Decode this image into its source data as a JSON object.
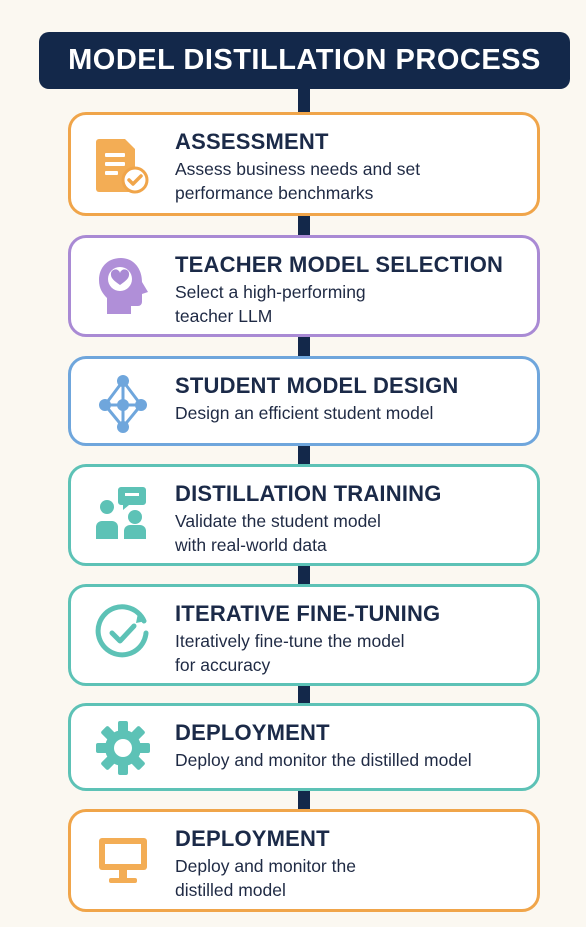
{
  "title": "MODEL DISTILLATION PROCESS",
  "colors": {
    "title_bg": "#13284a",
    "orange": "#f0a54a",
    "purple": "#a98ad4",
    "blue": "#6fa6dc",
    "teal": "#5dc2b6",
    "background": "#fbf8f1"
  },
  "steps": [
    {
      "title": "ASSESSMENT",
      "description": "Assess business needs and set\nperformance benchmarks",
      "icon": "document-check-icon",
      "color": "#f0a54a"
    },
    {
      "title": "TEACHER MODEL SELECTION",
      "description": "Select a high-performing\nteacher LLM",
      "icon": "head-brain-icon",
      "color": "#a98ad4"
    },
    {
      "title": "STUDENT MODEL DESIGN",
      "description": "Design an efficient student model",
      "icon": "network-graph-icon",
      "color": "#6fa6dc"
    },
    {
      "title": "DISTILLATION TRAINING",
      "description": "Validate the student model\nwith real-world data",
      "icon": "people-chat-icon",
      "color": "#5dc2b6"
    },
    {
      "title": "ITERATIVE FINE-TUNING",
      "description": "Iteratively fine-tune the model\nfor accuracy",
      "icon": "circular-check-icon",
      "color": "#5dc2b6"
    },
    {
      "title": "DEPLOYMENT",
      "description": "Deploy and monitor  the distilled model",
      "icon": "gear-icon",
      "color": "#5dc2b6"
    },
    {
      "title": "DEPLOYMENT",
      "description": "Deploy and monitor the\ndistilled model",
      "icon": "monitor-icon",
      "color": "#f0a54a"
    }
  ]
}
